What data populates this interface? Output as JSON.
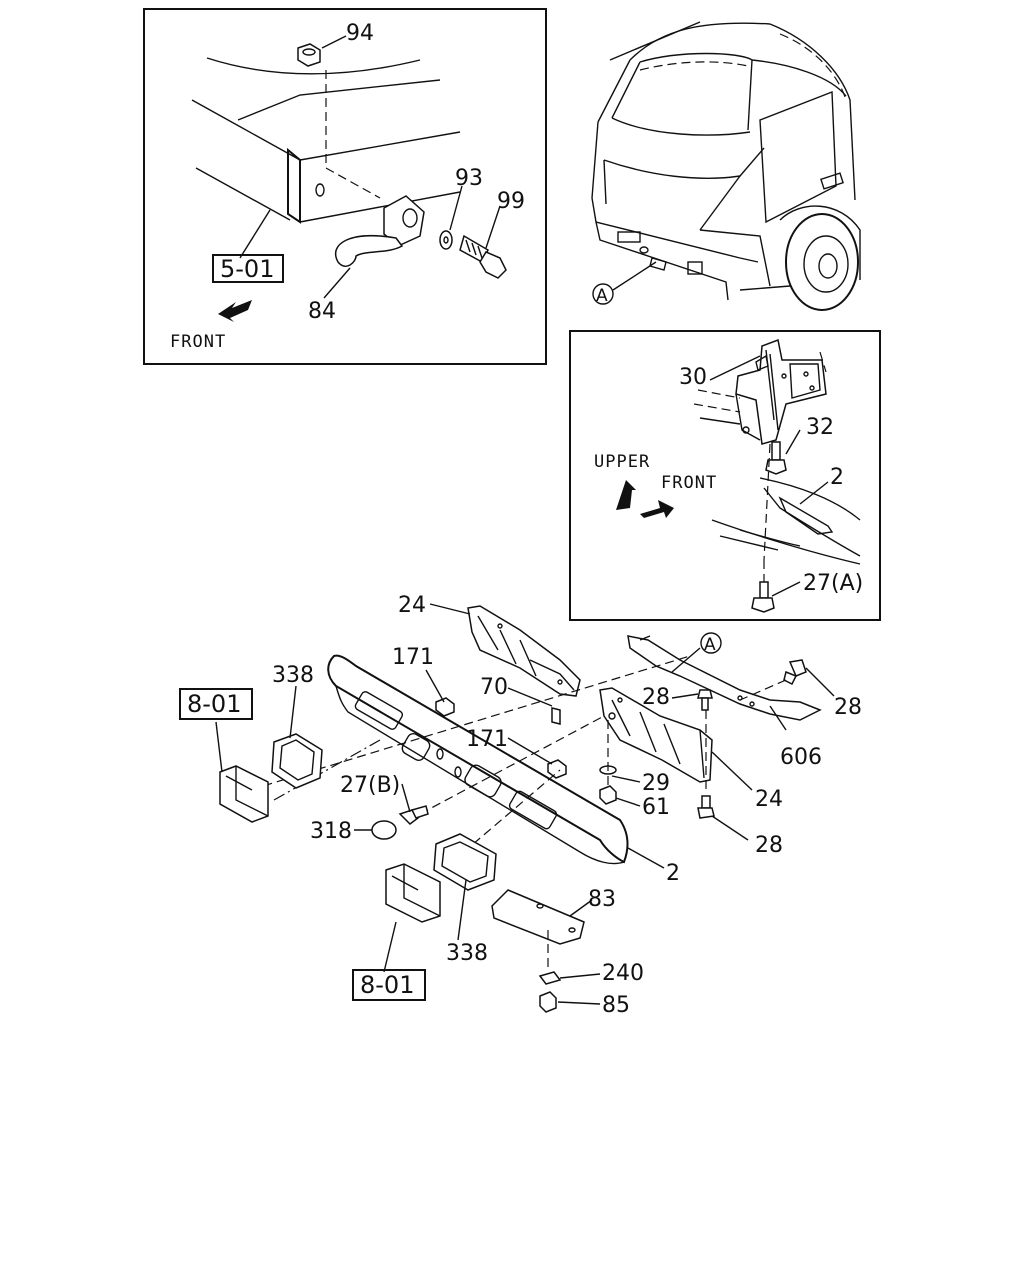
{
  "callouts": {
    "c94": "94",
    "c93": "93",
    "c99": "99",
    "c84": "84",
    "c30": "30",
    "c32": "32",
    "c2a": "2",
    "c27a": "27(A)",
    "c24a": "24",
    "c171a": "171",
    "c338a": "338",
    "c70": "70",
    "c171b": "171",
    "c28a": "28",
    "c28b": "28",
    "c606": "606",
    "c27b": "27(B)",
    "c29": "29",
    "c61": "61",
    "c24b": "24",
    "c318": "318",
    "c2b": "2",
    "c28c": "28",
    "c83": "83",
    "c338b": "338",
    "c240": "240",
    "c85": "85"
  },
  "references": {
    "ref_5_01": "5-01",
    "ref_8_01_top": "8-01",
    "ref_8_01_bottom": "8-01"
  },
  "detail_markers": {
    "marker_a_cab": "A",
    "marker_a_frame": "A"
  },
  "directions": {
    "front_inset1": "FRONT",
    "upper_inset2": "UPPER",
    "front_inset2": "FRONT"
  }
}
